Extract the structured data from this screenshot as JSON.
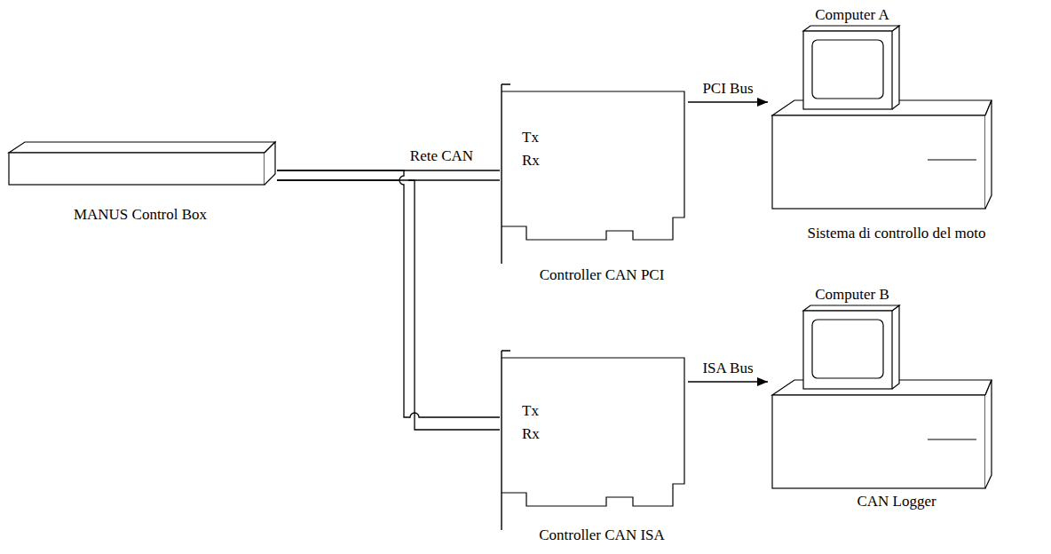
{
  "diagram": {
    "nodes": [
      {
        "text": [
          "MANUS Control Box"
        ]
      },
      {
        "text": [
          "Tx",
          "Rx",
          "Controller CAN PCI"
        ]
      },
      {
        "text": [
          "Computer A",
          "Sistema di controllo del moto"
        ]
      },
      {
        "text": [
          "Tx",
          "Rx",
          "Controller CAN ISA"
        ]
      },
      {
        "text": [
          "Computer B",
          "CAN Logger"
        ]
      }
    ],
    "edges": [
      {
        "from": 0,
        "to": 1,
        "arrow": "none",
        "label": "Rete CAN"
      },
      {
        "from": 0,
        "to": 3,
        "arrow": "none"
      },
      {
        "from": 1,
        "to": 2,
        "arrow": "to",
        "label": "PCI Bus"
      },
      {
        "from": 3,
        "to": 4,
        "arrow": "to",
        "label": "ISA Bus"
      }
    ]
  }
}
